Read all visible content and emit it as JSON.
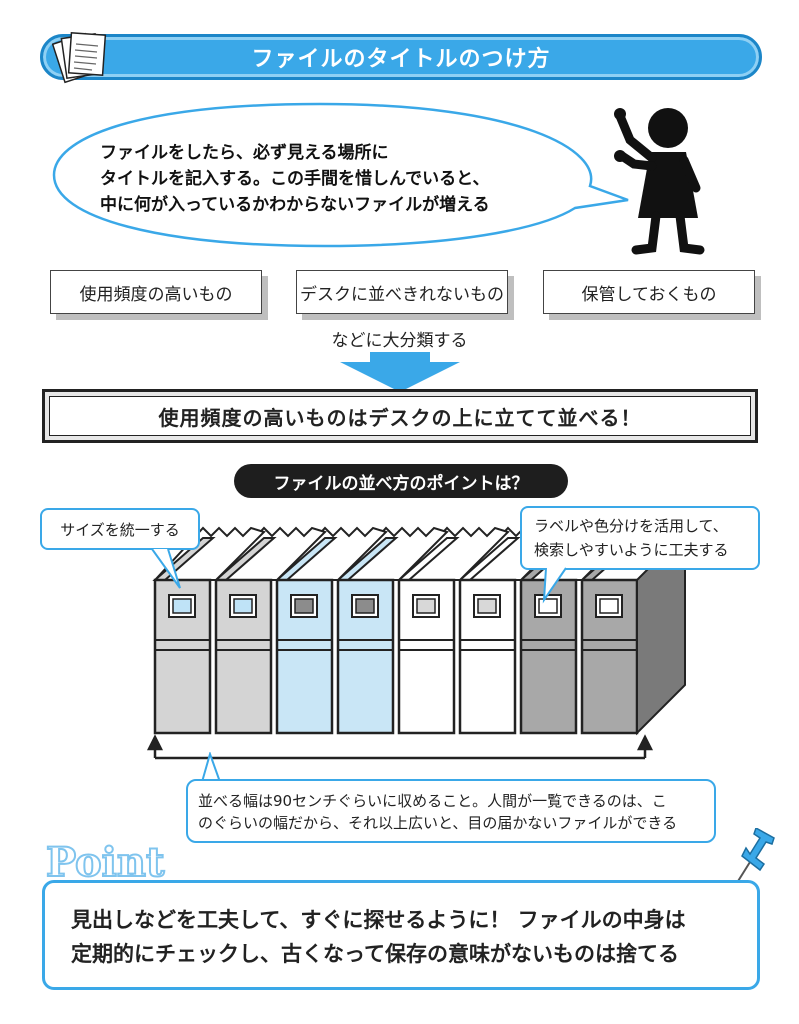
{
  "title": "ファイルのタイトルのつけ方",
  "speech": {
    "lines": [
      "ファイルをしたら、必ず見える場所に",
      "タイトルを記入する。この手間を惜しんでいると、",
      "中に何が入っているかわからないファイルが増える"
    ]
  },
  "categories": [
    "使用頻度の高いもの",
    "デスクに並べきれないもの",
    "保管しておくもの"
  ],
  "categorize_caption": "などに大分類する",
  "result": "使用頻度の高いものはデスクの上に立てて並べる！",
  "points_heading": "ファイルの並べ方のポイントは？",
  "callouts": {
    "size": "サイズを統一する",
    "label": [
      "ラベルや色分けを活用して、",
      "検索しやすいように工夫する"
    ]
  },
  "width_note": [
    "並べる幅は90センチぐらいに収めること。人間が一覧できるのは、こ",
    "のぐらいの幅だから、それ以上広いと、目の届かないファイルができる"
  ],
  "point_label": "Point",
  "point": [
    "見出しなどを工夫して、すぐに探せるように！ ファイルの中身は",
    "定期的にチェックし、古くなって保存の意味がないものは捨てる"
  ],
  "colors": {
    "accent": "#3aa8e8",
    "binder_gray": "#d4d4d4",
    "binder_blue": "#c9e6f6",
    "binder_white": "#ffffff",
    "binder_dark": "#a8a8a8"
  },
  "binders": [
    {
      "color": "gray",
      "label": "light-blue"
    },
    {
      "color": "gray",
      "label": "light-blue"
    },
    {
      "color": "blue",
      "label": "gray"
    },
    {
      "color": "blue",
      "label": "gray"
    },
    {
      "color": "white",
      "label": "light-gray"
    },
    {
      "color": "white",
      "label": "light-gray"
    },
    {
      "color": "dark",
      "label": "white"
    },
    {
      "color": "dark",
      "label": "white"
    }
  ],
  "icons": [
    "papers-icon",
    "person-icon",
    "down-arrow-icon",
    "pushpin-icon",
    "width-bracket-icon"
  ]
}
